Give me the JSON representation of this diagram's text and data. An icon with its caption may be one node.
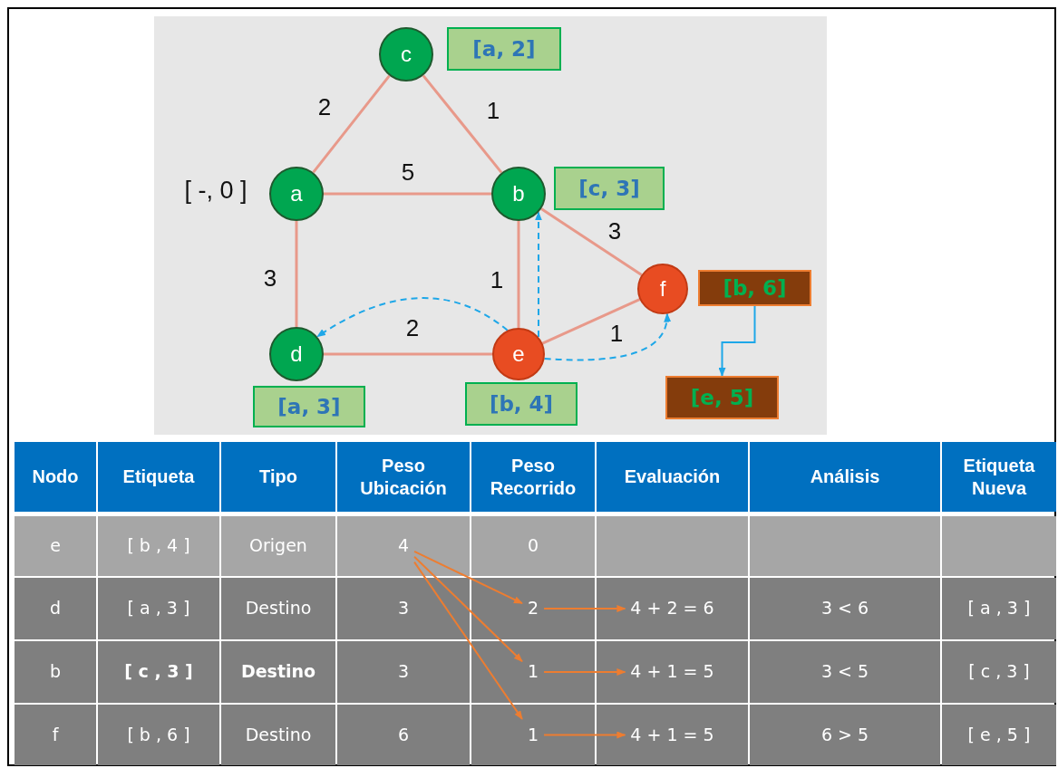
{
  "diagram": {
    "nodes": [
      {
        "text": [
          "c"
        ]
      },
      {
        "text": [
          "[a, 2]"
        ]
      },
      {
        "text": [
          "a"
        ],
        "beside": [
          "[ -, 0 ]"
        ]
      },
      {
        "text": [
          "b"
        ]
      },
      {
        "text": [
          "[c, 3]"
        ]
      },
      {
        "text": [
          "f"
        ]
      },
      {
        "text": [
          "[b, 6]"
        ]
      },
      {
        "text": [
          "d"
        ]
      },
      {
        "text": [
          "e"
        ]
      },
      {
        "text": [
          "[a, 3]"
        ]
      },
      {
        "text": [
          "[b, 4]"
        ]
      },
      {
        "text": [
          "[e, 5]"
        ]
      },
      {
        "text": [
          "4"
        ]
      },
      {
        "text": [
          "2"
        ]
      },
      {
        "text": [
          "4 + 2 = 6"
        ]
      },
      {
        "text": [
          "1"
        ]
      },
      {
        "text": [
          "4 + 1 = 5"
        ]
      },
      {
        "text": [
          "1"
        ]
      },
      {
        "text": [
          "4 + 1 = 5"
        ]
      }
    ],
    "edges": [
      {
        "from": 2,
        "to": 0,
        "arrow": "none",
        "label": "2"
      },
      {
        "from": 0,
        "to": 3,
        "arrow": "none",
        "label": "1"
      },
      {
        "from": 2,
        "to": 3,
        "arrow": "none",
        "label": "5"
      },
      {
        "from": 2,
        "to": 7,
        "arrow": "none",
        "label": "3"
      },
      {
        "from": 3,
        "to": 8,
        "arrow": "none",
        "label": "1"
      },
      {
        "from": 3,
        "to": 5,
        "arrow": "none",
        "label": "3"
      },
      {
        "from": 7,
        "to": 8,
        "arrow": "none",
        "label": "2"
      },
      {
        "from": 8,
        "to": 5,
        "arrow": "none",
        "label": "1"
      },
      {
        "from": 8,
        "to": 7,
        "arrow": "to",
        "style": "dashed",
        "color": "#1ea7e8"
      },
      {
        "from": 8,
        "to": 3,
        "arrow": "to",
        "style": "dashed",
        "color": "#1ea7e8"
      },
      {
        "from": 8,
        "to": 5,
        "arrow": "to",
        "style": "dashed",
        "color": "#1ea7e8"
      },
      {
        "from": 6,
        "to": 11,
        "arrow": "to",
        "color": "#1ea7e8"
      },
      {
        "from": 12,
        "to": 13,
        "arrow": "to",
        "color": "#ed7d31"
      },
      {
        "from": 12,
        "to": 15,
        "arrow": "to",
        "color": "#ed7d31"
      },
      {
        "from": 12,
        "to": 17,
        "arrow": "to",
        "color": "#ed7d31"
      },
      {
        "from": 13,
        "to": 14,
        "arrow": "to",
        "color": "#ed7d31"
      },
      {
        "from": 15,
        "to": 16,
        "arrow": "to",
        "color": "#ed7d31"
      },
      {
        "from": 17,
        "to": 18,
        "arrow": "to",
        "color": "#ed7d31"
      }
    ],
    "labels": [
      "Nodo",
      "Etiqueta",
      "Tipo",
      "Peso Ubicación",
      "Peso Recorrido",
      "Evaluación",
      "Análisis",
      "Etiqueta Nueva",
      "e",
      "[ b , 4 ]",
      "Origen",
      "0",
      "d",
      "[ a , 3 ]",
      "Destino",
      "3",
      "3 < 6",
      "[ a , 3 ]",
      "b",
      "[ c , 3 ]",
      "Destino",
      "3",
      "3 < 5",
      "[ c , 3 ]",
      "f",
      "[ b , 6 ]",
      "Destino",
      "6",
      "6 > 5",
      "[ e , 5 ]"
    ]
  }
}
